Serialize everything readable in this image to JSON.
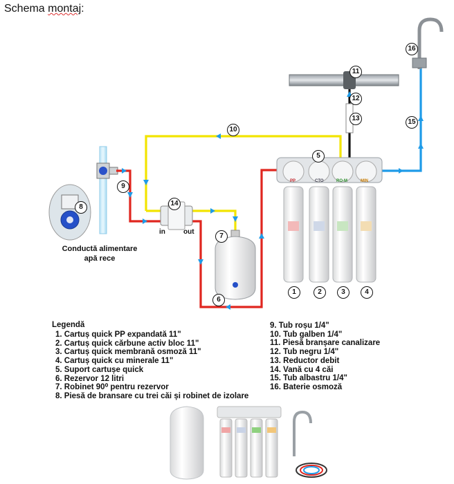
{
  "title": {
    "prefix": "Schema ",
    "underlined": "montaj",
    "suffix": ":"
  },
  "diagram": {
    "supply_caption": [
      "Conductă alimentare",
      "apă rece"
    ],
    "valve_in_label": "in",
    "valve_out_label": "out",
    "cartridge_tags": [
      "PP",
      "CTO",
      "RO-M",
      "MIN"
    ],
    "cartridge_numbers": [
      "1",
      "2",
      "3",
      "4"
    ],
    "callouts": [
      "5",
      "6",
      "7",
      "8",
      "9",
      "10",
      "11",
      "12",
      "13",
      "14",
      "15",
      "16"
    ],
    "colors": {
      "red": "#e0261f",
      "yellow": "#f2e400",
      "blue": "#1e9be8",
      "black": "#111111"
    }
  },
  "legend": {
    "title": "Legendă",
    "left_items": [
      "1. Cartuș quick PP expandată 11\"",
      "2. Cartuș quick cărbune activ bloc 11\"",
      "3. Cartuș quick membrană osmoză 11\"",
      "4. Cartuș quick cu minerale 11\"",
      "5. Suport cartușe quick",
      "6. Rezervor 12 litri",
      "7. Robinet 90⁰ pentru rezervor",
      "8. Piesă de bransare cu trei căi și robinet de izolare"
    ],
    "right_items": [
      "9. Tub roșu 1/4\"",
      "10. Tub galben 1/4\"",
      "11. Piesă branșare canalizare",
      "12. Tub negru 1/4\"",
      "13. Reductor debit",
      "14. Vană cu 4 căi",
      "15. Tub albastru 1/4\"",
      "16. Baterie osmoză"
    ]
  }
}
